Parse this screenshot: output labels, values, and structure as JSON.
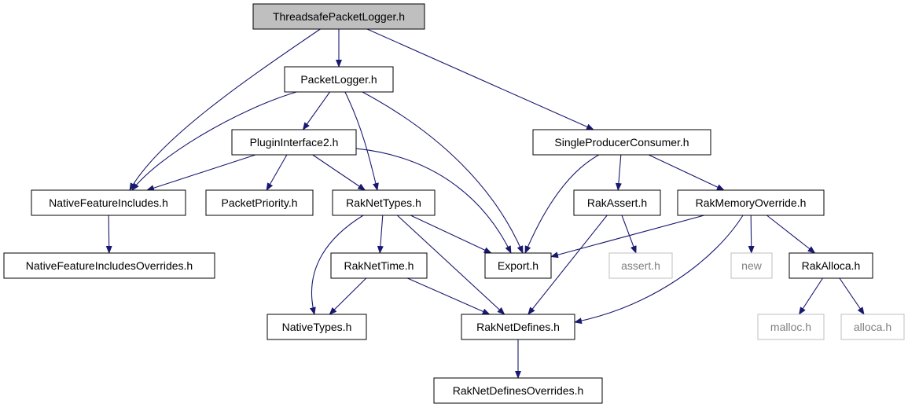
{
  "colors": {
    "edge": "#191970",
    "root_fill": "#bfbfbf",
    "node_border": "#000000",
    "external_border": "#bfbfbf",
    "external_text": "#7f7f7f"
  },
  "nodes": [
    {
      "id": "threadsafe",
      "label": "ThreadsafePacketLogger.h",
      "kind": "root"
    },
    {
      "id": "packetlogger",
      "label": "PacketLogger.h",
      "kind": "normal"
    },
    {
      "id": "spc",
      "label": "SingleProducerConsumer.h",
      "kind": "normal"
    },
    {
      "id": "plugin",
      "label": "PluginInterface2.h",
      "kind": "normal"
    },
    {
      "id": "nfi",
      "label": "NativeFeatureIncludes.h",
      "kind": "normal"
    },
    {
      "id": "ppriority",
      "label": "PacketPriority.h",
      "kind": "normal"
    },
    {
      "id": "raknettypes",
      "label": "RakNetTypes.h",
      "kind": "normal"
    },
    {
      "id": "rakassert",
      "label": "RakAssert.h",
      "kind": "normal"
    },
    {
      "id": "rmo",
      "label": "RakMemoryOverride.h",
      "kind": "normal"
    },
    {
      "id": "nfio",
      "label": "NativeFeatureIncludesOverrides.h",
      "kind": "normal"
    },
    {
      "id": "raknettime",
      "label": "RakNetTime.h",
      "kind": "normal"
    },
    {
      "id": "export",
      "label": "Export.h",
      "kind": "normal"
    },
    {
      "id": "assert",
      "label": "assert.h",
      "kind": "external"
    },
    {
      "id": "new",
      "label": "new",
      "kind": "external"
    },
    {
      "id": "rakalloca",
      "label": "RakAlloca.h",
      "kind": "normal"
    },
    {
      "id": "nativetypes",
      "label": "NativeTypes.h",
      "kind": "normal"
    },
    {
      "id": "raknetdefines",
      "label": "RakNetDefines.h",
      "kind": "normal"
    },
    {
      "id": "malloc",
      "label": "malloc.h",
      "kind": "external"
    },
    {
      "id": "alloca",
      "label": "alloca.h",
      "kind": "external"
    },
    {
      "id": "rndo",
      "label": "RakNetDefinesOverrides.h",
      "kind": "normal"
    }
  ],
  "edges": [
    {
      "from": "threadsafe",
      "to": "packetlogger"
    },
    {
      "from": "threadsafe",
      "to": "nfi"
    },
    {
      "from": "threadsafe",
      "to": "spc"
    },
    {
      "from": "packetlogger",
      "to": "plugin"
    },
    {
      "from": "packetlogger",
      "to": "nfi"
    },
    {
      "from": "packetlogger",
      "to": "raknettypes"
    },
    {
      "from": "packetlogger",
      "to": "export"
    },
    {
      "from": "plugin",
      "to": "nfi"
    },
    {
      "from": "plugin",
      "to": "ppriority"
    },
    {
      "from": "plugin",
      "to": "raknettypes"
    },
    {
      "from": "plugin",
      "to": "export"
    },
    {
      "from": "spc",
      "to": "export"
    },
    {
      "from": "spc",
      "to": "rakassert"
    },
    {
      "from": "spc",
      "to": "rmo"
    },
    {
      "from": "nfi",
      "to": "nfio"
    },
    {
      "from": "raknettypes",
      "to": "raknettime"
    },
    {
      "from": "raknettypes",
      "to": "nativetypes"
    },
    {
      "from": "raknettypes",
      "to": "export"
    },
    {
      "from": "raknettypes",
      "to": "raknetdefines"
    },
    {
      "from": "rakassert",
      "to": "assert"
    },
    {
      "from": "rakassert",
      "to": "raknetdefines"
    },
    {
      "from": "rmo",
      "to": "export"
    },
    {
      "from": "rmo",
      "to": "new"
    },
    {
      "from": "rmo",
      "to": "rakalloca"
    },
    {
      "from": "rmo",
      "to": "raknetdefines"
    },
    {
      "from": "raknettime",
      "to": "nativetypes"
    },
    {
      "from": "raknettime",
      "to": "raknetdefines"
    },
    {
      "from": "rakalloca",
      "to": "malloc"
    },
    {
      "from": "rakalloca",
      "to": "alloca"
    },
    {
      "from": "raknetdefines",
      "to": "rndo"
    }
  ]
}
